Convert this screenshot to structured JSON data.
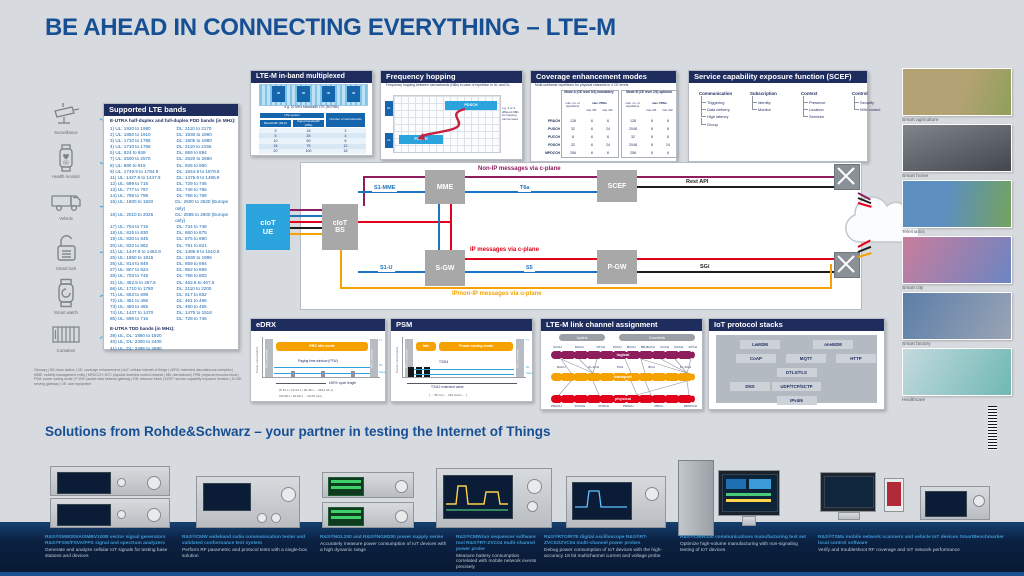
{
  "title": "BE AHEAD IN CONNECTING EVERYTHING – LTE-M",
  "left_icons": {
    "items": [
      {
        "icon": "cctv-icon",
        "label": "Surveillance"
      },
      {
        "icon": "health-monitor-icon",
        "label": "Health monitor"
      },
      {
        "icon": "vehicle-icon",
        "label": "Vehicle"
      },
      {
        "icon": "smart-lock-icon",
        "label": "Smart lock"
      },
      {
        "icon": "smart-watch-icon",
        "label": "Smart watch"
      },
      {
        "icon": "container-icon",
        "label": "Container"
      }
    ]
  },
  "bands": {
    "title": "Supported LTE bands",
    "fdd_heading": "E-UTRA half-duplex and full-duplex FDD bands (in MHz):",
    "fdd": [
      {
        "b": "1",
        "ul": "1920 to 1980",
        "dl": "2110 to 2170"
      },
      {
        "b": "2",
        "ul": "1850 to 1910",
        "dl": "1930 to 1990"
      },
      {
        "b": "3",
        "ul": "1710 to 1785",
        "dl": "1805 to 1880"
      },
      {
        "b": "4",
        "ul": "1710 to 1755",
        "dl": "2110 to 2155"
      },
      {
        "b": "5",
        "ul": "824 to 849",
        "dl": "869 to 894"
      },
      {
        "b": "7",
        "ul": "2500 to 2570",
        "dl": "2620 to 2690"
      },
      {
        "b": "8",
        "ul": "880 to 915",
        "dl": "925 to 960"
      },
      {
        "b": "9",
        "ul": "1749.9 to 1784.9",
        "dl": "1844.9 to 1879.9"
      },
      {
        "b": "11",
        "ul": "1427.9 to 1447.9",
        "dl": "1475.9 to 1495.9"
      },
      {
        "b": "12",
        "ul": "699 to 716",
        "dl": "729 to 746"
      },
      {
        "b": "13",
        "ul": "777 to 787",
        "dl": "746 to 756"
      },
      {
        "b": "14",
        "ul": "788 to 798",
        "dl": "758 to 768"
      },
      {
        "b": "15",
        "ul": "1900 to 1920",
        "dl": "2600 to 2620 (Europe only)"
      },
      {
        "b": "16",
        "ul": "2010 to 2025",
        "dl": "2585 to 2600 (Europe only)"
      },
      {
        "b": "17",
        "ul": "704 to 716",
        "dl": "734 to 746"
      },
      {
        "b": "18",
        "ul": "815 to 830",
        "dl": "860 to 875"
      },
      {
        "b": "19",
        "ul": "830 to 845",
        "dl": "875 to 890"
      },
      {
        "b": "20",
        "ul": "832 to 862",
        "dl": "791 to 821"
      },
      {
        "b": "21",
        "ul": "1447.9 to 1462.9",
        "dl": "1495.9 to 1510.9"
      },
      {
        "b": "25",
        "ul": "1850 to 1915",
        "dl": "1930 to 1995"
      },
      {
        "b": "26",
        "ul": "814 to 849",
        "dl": "859 to 894"
      },
      {
        "b": "27",
        "ul": "807 to 824",
        "dl": "852 to 869"
      },
      {
        "b": "28",
        "ul": "703 to 748",
        "dl": "758 to 803"
      },
      {
        "b": "31",
        "ul": "452.5 to 457.5",
        "dl": "462.5 to 467.5"
      },
      {
        "b": "66",
        "ul": "1710 to 1780",
        "dl": "2110 to 2200"
      },
      {
        "b": "71",
        "ul": "663 to 698",
        "dl": "617 to 652"
      },
      {
        "b": "72",
        "ul": "451 to 456",
        "dl": "461 to 466"
      },
      {
        "b": "73",
        "ul": "450 to 455",
        "dl": "460 to 465"
      },
      {
        "b": "74",
        "ul": "1427 to 1470",
        "dl": "1475 to 1518"
      },
      {
        "b": "85",
        "ul": "698 to 716",
        "dl": "728 to 746"
      }
    ],
    "tdd_heading": "E-UTRA TDD bands (in MHz):",
    "tdd": [
      {
        "b": "39",
        "r": "1880 to 1920"
      },
      {
        "b": "40",
        "r": "2300 to 2400"
      },
      {
        "b": "41",
        "r": "2496 to 2690"
      }
    ]
  },
  "inband": {
    "title": "LTE-M in-band multiplexed",
    "nb_label": "NB",
    "caption": "e.g. 10 MHz bandwidth LTE (50 RBs)",
    "table": {
      "group_header": "LTE system",
      "col_bw": "Bandwidth (MHz)",
      "col_rbs": "Signal bandwidth (RBs)",
      "col_nb": "Number of narrowbands",
      "rows": [
        [
          "3",
          "15",
          "2"
        ],
        [
          "5",
          "25",
          "4"
        ],
        [
          "10",
          "50",
          "8"
        ],
        [
          "15",
          "75",
          "12"
        ],
        [
          "20",
          "100",
          "16"
        ]
      ]
    }
  },
  "hopping": {
    "title": "Frequency hopping",
    "subtitle": "Frequency hopping between narrowbands (NBs) in case of repetition in UL and DL.",
    "bar_label": "PDSCH",
    "dl_label": "DL",
    "ul_label": "UL",
    "note": "e.g. 2 or 4 different NBs for hopping can be used"
  },
  "coverage": {
    "title": "Coverage enhancement modes",
    "subtitle": "Multi-subframe repetitions for physical channels in 4 CE levels",
    "mode_a": "Mode A (CE level 0/1) mandatory",
    "mode_b": "Mode B (CE level 2/3) optional",
    "col_rep": "max. no. of repetitions",
    "col_prb": "max. PRBs",
    "col_m1": "Cat. M1",
    "col_m2": "Cat. M2",
    "rows": [
      [
        "PRACH",
        "128",
        "6",
        "6",
        "128",
        "6",
        "6"
      ],
      [
        "PUSCH",
        "32",
        "6",
        "24",
        "2048",
        "6",
        "6"
      ],
      [
        "PUCCH",
        "8",
        "6",
        "6",
        "32",
        "6",
        "6"
      ],
      [
        "PDSCH",
        "32",
        "6",
        "24",
        "2048",
        "6",
        "24"
      ],
      [
        "MPDCCH",
        "256",
        "6",
        "6",
        "256",
        "6",
        "6"
      ]
    ]
  },
  "scef": {
    "title": "Service capability exposure function (SCEF)",
    "trees": [
      {
        "title": "Communication",
        "items": [
          "Triggering",
          "Data delivery",
          "High latency",
          "Group"
        ]
      },
      {
        "title": "Subscription",
        "items": [
          "Identity",
          "Monitor"
        ]
      },
      {
        "title": "Context",
        "items": [
          "Presence",
          "Location",
          "Services"
        ]
      },
      {
        "title": "Control",
        "items": [
          "Security",
          "N/W control"
        ]
      }
    ]
  },
  "network": {
    "ue_l1": "cIoT",
    "ue_l2": "UE",
    "bs_l1": "cIoT",
    "bs_l2": "BS",
    "nodes": {
      "mme": "MME",
      "sgw": "S-GW",
      "scef": "SCEF",
      "pgw": "P-GW"
    },
    "links": {
      "s1mme": "S1-MME",
      "t6a": "T6a",
      "s1u": "S1-U",
      "s5": "S5",
      "rest": "Rest API",
      "sgi": "SGi"
    },
    "flows": {
      "nonip": "Non-IP messages via c-plane",
      "ip": "IP messages via c-plane",
      "uplane": "IP/non-IP messages via u-plane"
    },
    "colors": {
      "nonip": "#8e1d5e",
      "cplane_ip": "#e2001a",
      "uplane": "#f5a200",
      "signaling": "#1e73be",
      "black": "#1d1d1b"
    }
  },
  "edrx": {
    "title": "eDRX",
    "axis": "Power consumption",
    "bar": "RRC idle mode",
    "rrc": "RRC connected",
    "ptw": "Paging time window (PTW)",
    "cycle": "eDRX cycle length",
    "note1": "(5.12 s / 10.24 s / 20.48 s ... 2621.44 s)",
    "note2": "(20.48 s / 40.96 s ... 43.69 min)",
    "tx": "Tx",
    "rx": "Rx",
    "sleep": "sleep"
  },
  "psm": {
    "title": "PSM",
    "axis": "Power consumption",
    "idle": "Idle",
    "psmode": "Power saving mode",
    "rrc": "RRC connected",
    "t3324": "T3324",
    "t3412": "T3412 extended value",
    "note": "( ... 56 min ... 310 hours ... )",
    "tx": "Tx",
    "rx": "Rx",
    "sleep": "sleep"
  },
  "linkmap": {
    "title": "LTE-M link channel assignment",
    "uplink": "Uplink",
    "downlink": "Downlink",
    "bars": {
      "logical": "logical",
      "transport": "transport",
      "physical": "physical"
    },
    "logical_ul": [
      "CCCH",
      "DCCH",
      "DTCH"
    ],
    "logical_dl": [
      "PCCH",
      "BCCH",
      "BR-BCCH",
      "CCCH",
      "DCCH",
      "DTCH"
    ],
    "transport_ul": [
      "RACH",
      "UL-SCH"
    ],
    "transport_dl": [
      "PCH",
      "BCH",
      "DL-SCH"
    ],
    "physical_ul": [
      "PRACH",
      "PUCCH",
      "PUSCH"
    ],
    "physical_dl": [
      "PDSCH",
      "PBCH",
      "MPDCCH"
    ]
  },
  "stacks": {
    "title": "IoT protocol stacks",
    "rows": [
      [
        "LwM2M",
        "oneM2M"
      ],
      [
        "CoAP",
        "MQTT",
        "HTTP"
      ],
      [
        "DTLS/TLS"
      ],
      [
        "DNS",
        "UDP/TCP/SCTP"
      ],
      [
        "IPv4/6"
      ]
    ]
  },
  "photos": {
    "items": [
      {
        "icon": "photo-smart-agriculture",
        "label": "Smart agriculture"
      },
      {
        "icon": "photo-smart-home",
        "label": "Smart home"
      },
      {
        "icon": "photo-telematics",
        "label": "Telematics"
      },
      {
        "icon": "photo-smart-city",
        "label": "Smart city"
      },
      {
        "icon": "photo-smart-factory",
        "label": "Smart factory"
      },
      {
        "icon": "photo-healthcare",
        "label": "Healthcare"
      }
    ]
  },
  "glossary": "Glossary | BS: base station | CE: coverage enhancement | cIoT: cellular internet of things | eDRX: extended discontinuous reception | MME: mobility management entity | MPDCCH: MTC physical downlink control channel | NB: narrowband | PRB: physical resource block | PSM: power saving mode | P-GW: packet data network gateway | RB: resource block | SCEF: service capability exposure function | S-GW: serving gateway | UE: user equipment",
  "solutions": {
    "heading": "Solutions from Rohde&Schwarz – your partner in testing the Internet of Things",
    "products": [
      {
        "title": "R&S®SMW200A/SMBV100B vector signal generators R&S®FSW/FSVA/FPS signal and spectrum analyzers",
        "desc": "Generate and analyze cellular IoT signals for testing base stations and devices"
      },
      {
        "title": "R&S®CMW wideband radio communication tester and validated conformance test system",
        "desc": "Perform RF parametric and protocol tests with a single-box solution"
      },
      {
        "title": "R&S®NGL200 and R&S®NGM200 power supply series",
        "desc": "Accurately measure power consumption of IoT devices with a high dynamic range"
      },
      {
        "title": "R&S®CMWrun sequencer software tool R&S®RT-ZVC04 multi-channel power probe",
        "desc": "Measure battery consumption correlated with mobile network events precisely"
      },
      {
        "title": "R&S®RTO/RTE digital oscilloscope R&S®RT-ZVC02/ZVC04 multi-channel power probes",
        "desc": "Debug power consumption of IoT devices with the high-accuracy 18 bit multichannel current and voltage probe"
      },
      {
        "title": "R&S®CMW100 communications manufacturing test set",
        "desc": "Optimize high-volume manufacturing with non-signaling testing of IoT devices"
      },
      {
        "title": "R&S®TSMx mobile network scanners and vehicle IoT devices SmartBenchmarker local control software",
        "desc": "Verify and troubleshoot RF coverage and IoT network performance"
      }
    ]
  }
}
